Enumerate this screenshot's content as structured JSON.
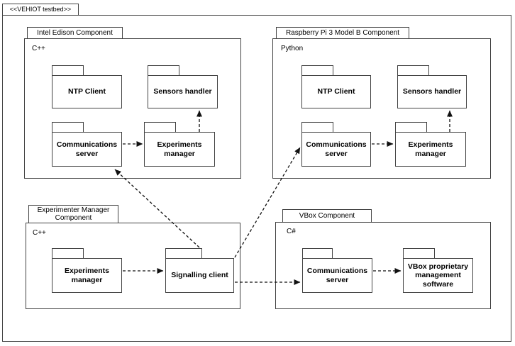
{
  "diagram": {
    "stereotype_label": "<<VEHIOT testbed>>",
    "type": "uml-package-diagram"
  },
  "components": {
    "intel_edison": {
      "title": "Intel Edison Component",
      "language": "C++",
      "packages": {
        "ntp_client": "NTP Client",
        "sensors_handler": "Sensors handler",
        "communications_server": "Communications server",
        "experiments_manager": "Experiments manager"
      }
    },
    "raspberry_pi": {
      "title": "Raspberry Pi 3 Model B Component",
      "language": "Python",
      "packages": {
        "ntp_client": "NTP Client",
        "sensors_handler": "Sensors handler",
        "communications_server": "Communications server",
        "experiments_manager": "Experiments manager"
      }
    },
    "experimenter_manager": {
      "title": "Experimenter Manager Component",
      "language": "C++",
      "packages": {
        "experiments_manager": "Experiments manager",
        "signalling_client": "Signalling client"
      }
    },
    "vbox": {
      "title": "VBox Component",
      "language": "C#",
      "packages": {
        "communications_server": "Communications server",
        "vbox_software": "VBox proprietary management software"
      }
    }
  },
  "connections": [
    {
      "from": "intel_edison.communications_server",
      "to": "intel_edison.experiments_manager",
      "style": "dashed-dependency"
    },
    {
      "from": "intel_edison.experiments_manager",
      "to": "intel_edison.sensors_handler",
      "style": "dashed-dependency"
    },
    {
      "from": "raspberry_pi.communications_server",
      "to": "raspberry_pi.experiments_manager",
      "style": "dashed-dependency"
    },
    {
      "from": "raspberry_pi.experiments_manager",
      "to": "raspberry_pi.sensors_handler",
      "style": "dashed-dependency"
    },
    {
      "from": "experimenter_manager.experiments_manager",
      "to": "experimenter_manager.signalling_client",
      "style": "dashed-dependency"
    },
    {
      "from": "experimenter_manager.signalling_client",
      "to": "intel_edison.communications_server",
      "style": "dashed-dependency"
    },
    {
      "from": "experimenter_manager.signalling_client",
      "to": "raspberry_pi.communications_server",
      "style": "dashed-dependency"
    },
    {
      "from": "experimenter_manager.signalling_client",
      "to": "vbox.communications_server",
      "style": "dashed-dependency"
    },
    {
      "from": "vbox.communications_server",
      "to": "vbox.vbox_software",
      "style": "dashed-dependency"
    }
  ],
  "colors": {
    "background": "#ffffff",
    "box_border": "#424242",
    "text": "#000000",
    "arrow": "#111111"
  }
}
